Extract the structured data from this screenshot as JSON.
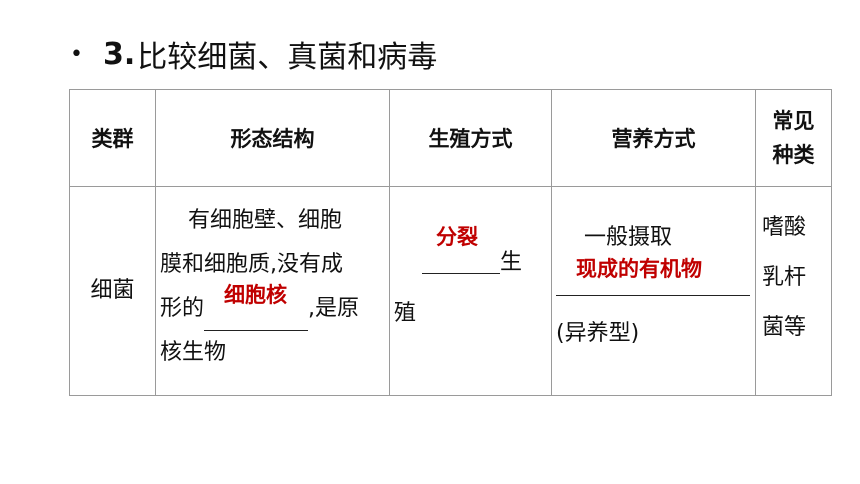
{
  "title": {
    "bullet": "•",
    "number": "3.",
    "text": "比较细菌、真菌和病毒"
  },
  "table": {
    "headers": [
      "类群",
      "形态结构",
      "生殖方式",
      "营养方式",
      "常见种类"
    ],
    "header_common_line1": "常见",
    "header_common_line2": "种类",
    "rows": [
      {
        "group": "细菌",
        "morph_line1": "有细胞壁、细胞",
        "morph_line2": "膜和细胞质,没有成",
        "morph_line3_pre": "形的",
        "morph_line3_post": ",是原",
        "morph_line4": "核生物",
        "morph_answer": "细胞核",
        "repro_answer": "分裂",
        "repro_after": "生",
        "repro_line2": "殖",
        "nutri_line1": "一般摄取",
        "nutri_answer": "现成的有机物",
        "nutri_line3": "(异养型)",
        "common_line1": "嗜酸",
        "common_line2": "乳杆",
        "common_line3": "菌等"
      }
    ]
  },
  "colors": {
    "answer": "#c00000",
    "border": "#9a9a9a"
  }
}
